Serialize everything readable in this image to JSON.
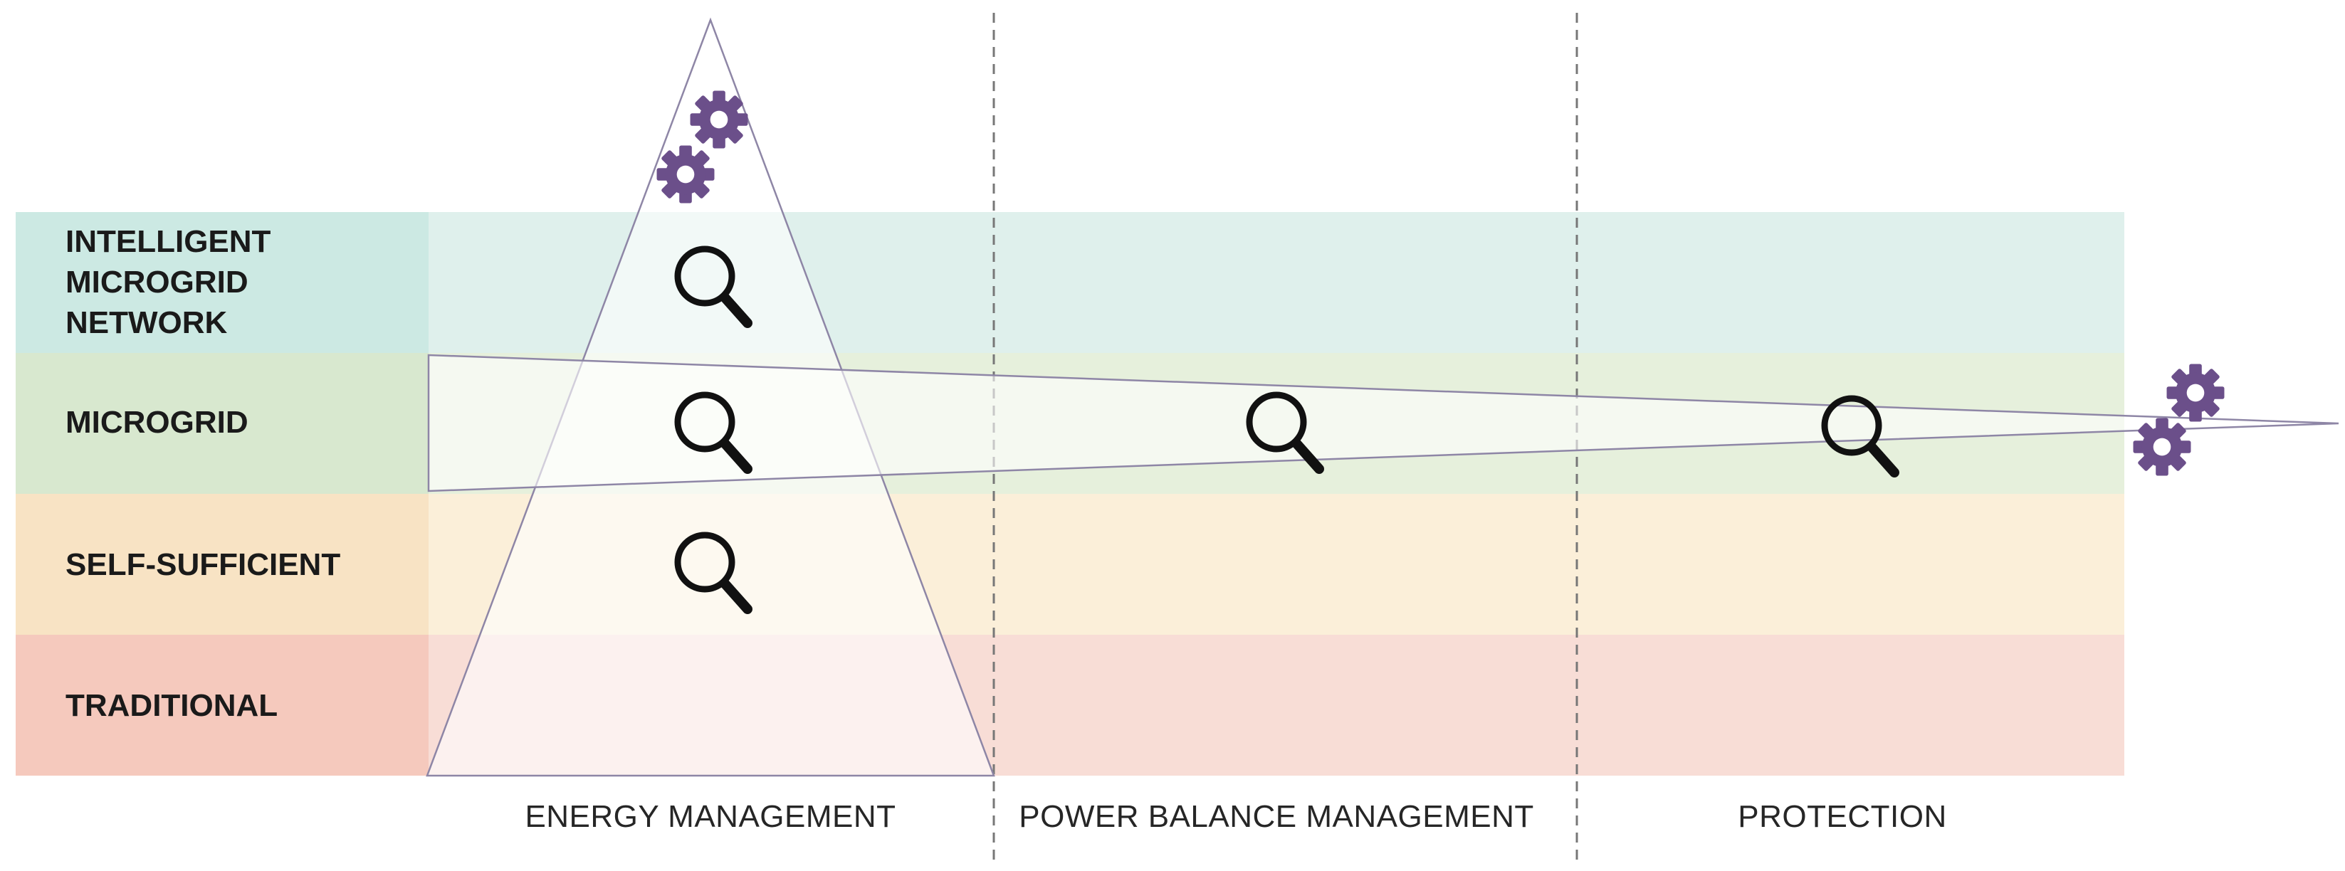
{
  "rows": [
    {
      "id": "intelligent",
      "lines": [
        "INTELLIGENT",
        "MICROGRID",
        "NETWORK"
      ],
      "label_color": "#cce9e3",
      "band_color": "#dff0ec"
    },
    {
      "id": "microgrid",
      "lines": [
        "MICROGRID"
      ],
      "label_color": "#d8e8cf",
      "band_color": "#e6f0dc"
    },
    {
      "id": "self-sufficient",
      "lines": [
        "SELF-SUFFICIENT"
      ],
      "label_color": "#f8e3c4",
      "band_color": "#fbefd9"
    },
    {
      "id": "traditional",
      "lines": [
        "TRADITIONAL"
      ],
      "label_color": "#f5c9bd",
      "band_color": "#f8ddd6"
    }
  ],
  "columns": [
    {
      "id": "energy-management",
      "label": "ENERGY MANAGEMENT"
    },
    {
      "id": "power-balance-management",
      "label": "POWER BALANCE MANAGEMENT"
    },
    {
      "id": "protection",
      "label": "PROTECTION"
    }
  ],
  "icons": {
    "magnifier": "magnifier-icon",
    "gear": "gear-icon",
    "gear_color": "#6b4f8a"
  }
}
